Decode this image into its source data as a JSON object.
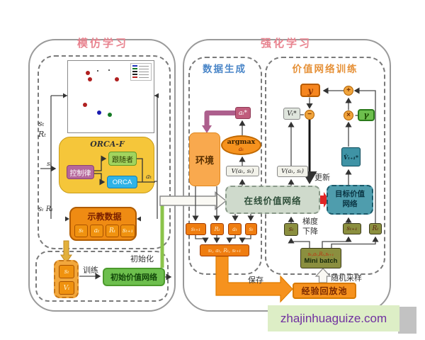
{
  "imitation": {
    "title": "模仿学习",
    "side_state": "sₜ",
    "side_reward": "Rₜ",
    "demo_input_label": "sₜ Rₜ",
    "orcaf_title": "ORCA-F",
    "controller": "控制律",
    "follower": "跟随者",
    "orca": "ORCA",
    "orcaf_in": "sₜ",
    "orcaf_out": "aₜ",
    "demo_title": "示教数据",
    "demo_items": [
      "sₜ",
      "aₜ",
      "Rₜ",
      "sₜ₊₁"
    ],
    "train_label": "训练",
    "init_label": "初始化",
    "buffer_state": "sₜ",
    "buffer_value": "Vₜ",
    "init_network": "初始价值网络"
  },
  "rl": {
    "title": "强化学习"
  },
  "data_gen": {
    "title": "数据生成",
    "env": "环境",
    "argmax": "argmax",
    "argmax_action": "aₜ",
    "best_action": "aₜ*",
    "value_fn": "V(aₜ, sₜ)",
    "collect": [
      "sₜ₊₁",
      "Rₜ",
      "aₜ",
      "sₜ"
    ],
    "tuple": "sₜ, aₜ, Rₜ, sₜ₊₁",
    "save_label": "保存"
  },
  "value_train": {
    "title": "价值网络训练",
    "online_network": "在线价值网络",
    "target_line1": "目标价值",
    "target_line2": "网络",
    "value_fn": "V(aₜ, sₜ)",
    "v_star": "Vₜ*",
    "y_label": "y",
    "gamma": "γ",
    "v_next": "V̂ₜ₊₁*",
    "op_minus": "−",
    "op_plus": "+",
    "op_times": "×",
    "update_label": "更新",
    "grad_line1": "梯度",
    "grad_line2": "下降",
    "batch_state": "sₜ",
    "batch_next_state": "sₜ₊₁",
    "batch_reward": "Rₜ",
    "minibatch_tuple": "sₜ,aₜ,Rₜ,sₜ₊₁",
    "minibatch_label": "Mini batch",
    "sample_label": "随机采样",
    "replay": "经验回放池"
  },
  "scatter": {
    "dots": [
      {
        "x": 28,
        "y": 17,
        "r": 3.2,
        "color": "#b02020"
      },
      {
        "x": 31,
        "y": 26,
        "r": 3.2,
        "color": "#b02020"
      },
      {
        "x": 69,
        "y": 26,
        "r": 3.2,
        "color": "#b02020"
      },
      {
        "x": 24,
        "y": 62,
        "r": 3.2,
        "color": "#b02020"
      },
      {
        "x": 44,
        "y": 73,
        "r": 3.2,
        "color": "#1a1bb0"
      },
      {
        "x": 59,
        "y": 76,
        "r": 3.2,
        "color": "#157a25"
      },
      {
        "x": 42,
        "y": 14,
        "r": 1.4,
        "color": "#222222"
      },
      {
        "x": 58,
        "y": 13,
        "r": 1.4,
        "color": "#222222"
      }
    ],
    "legend_colors": [
      "#2233bb",
      "#117722",
      "#222222",
      "#222222",
      "#bb2222"
    ]
  },
  "watermark": {
    "text": "zhajinhuaguize.com"
  },
  "colors": {
    "title_pink": "#e8838f",
    "data_gen_blue": "#4a86c8",
    "value_train_orange": "#e69138",
    "orange": "#f6921e",
    "green": "#6dbf4d",
    "teal": "#4f9dad",
    "olive": "#8b8f3f",
    "plum": "#b5679b",
    "yellow": "#f5c63a",
    "blue": "#2fb3e8"
  }
}
